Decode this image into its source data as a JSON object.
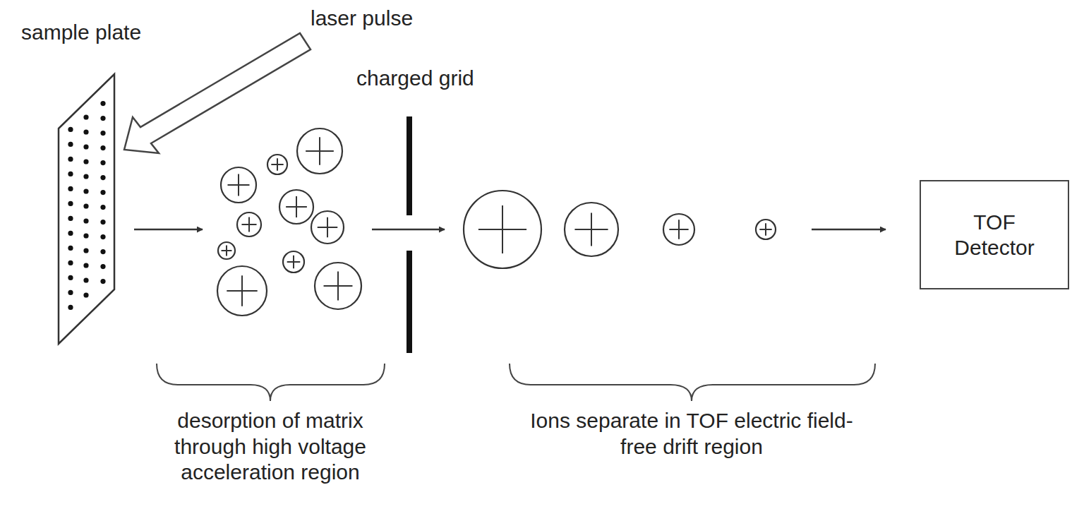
{
  "diagram": {
    "nodes": [
      {
        "text": [
          "TOF Detector"
        ]
      }
    ],
    "labels": [
      "sample plate",
      "laser pulse",
      "charged grid",
      "desorption of matrix through high voltage acceleration region",
      "Ions separate in TOF electric field-free drift region"
    ]
  }
}
